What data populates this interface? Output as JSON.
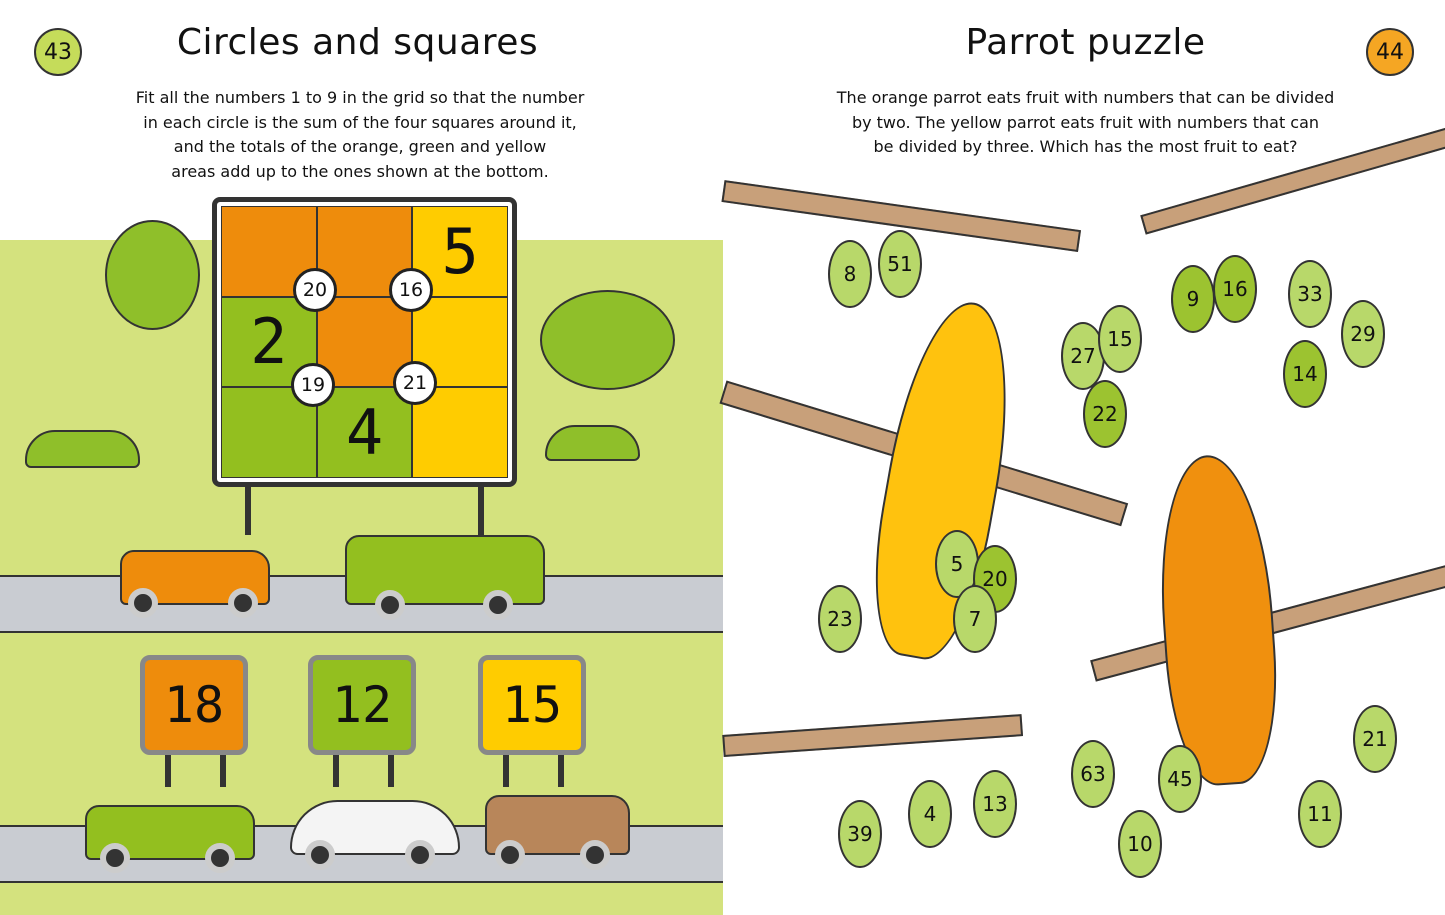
{
  "left_page": {
    "page_number": "43",
    "title": "Circles and squares",
    "instructions": [
      "Fit all the numbers 1 to 9 in the grid so that the number",
      "in each circle is the sum of the four squares around it,",
      "and the totals of the orange, green and yellow",
      "areas add up to the ones shown at the bottom."
    ],
    "grid": [
      {
        "color": "#ee8c0c",
        "value": ""
      },
      {
        "color": "#ee8c0c",
        "value": ""
      },
      {
        "color": "#ffcc00",
        "value": "5"
      },
      {
        "color": "#93bf1f",
        "value": "2"
      },
      {
        "color": "#ee8c0c",
        "value": ""
      },
      {
        "color": "#ffcc00",
        "value": ""
      },
      {
        "color": "#93bf1f",
        "value": ""
      },
      {
        "color": "#93bf1f",
        "value": "4"
      },
      {
        "color": "#ffcc00",
        "value": ""
      }
    ],
    "circles": [
      "20",
      "16",
      "19",
      "21"
    ],
    "totals": [
      {
        "color": "#ee8c0c",
        "value": "18"
      },
      {
        "color": "#93bf1f",
        "value": "12"
      },
      {
        "color": "#ffcc00",
        "value": "15"
      }
    ]
  },
  "right_page": {
    "page_number": "44",
    "title": "Parrot puzzle",
    "instructions": [
      "The orange parrot eats fruit with numbers that can be divided",
      "by two. The yellow parrot eats fruit with numbers that can",
      "be divided by three. Which has the most fruit to eat?"
    ],
    "fruits": [
      "8",
      "51",
      "27",
      "15",
      "22",
      "9",
      "16",
      "33",
      "29",
      "14",
      "5",
      "20",
      "7",
      "23",
      "63",
      "45",
      "13",
      "4",
      "39",
      "10",
      "21",
      "11"
    ]
  },
  "colors": {
    "orange": "#ee8c0c",
    "green": "#93bf1f",
    "yellow": "#ffcc00",
    "field": "#d4e27e",
    "road": "#c9ccd2",
    "fruit": "#b8d86a"
  }
}
